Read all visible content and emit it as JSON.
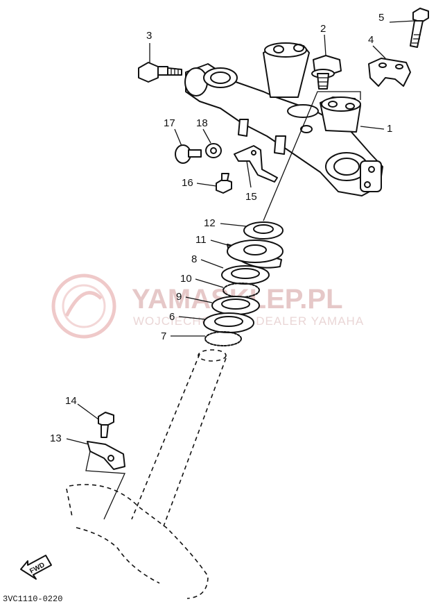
{
  "diagram": {
    "drawing_code": "3VC1110-0220",
    "fwd_label": "FWD",
    "callouts": [
      "1",
      "2",
      "3",
      "4",
      "5",
      "6",
      "7",
      "8",
      "9",
      "10",
      "11",
      "12",
      "13",
      "14",
      "15",
      "16",
      "17",
      "18"
    ],
    "watermark": {
      "title": "YAMASKLEP.PL",
      "subtitle": "WOJCIECHOWSKI | DEALER YAMAHA"
    }
  }
}
